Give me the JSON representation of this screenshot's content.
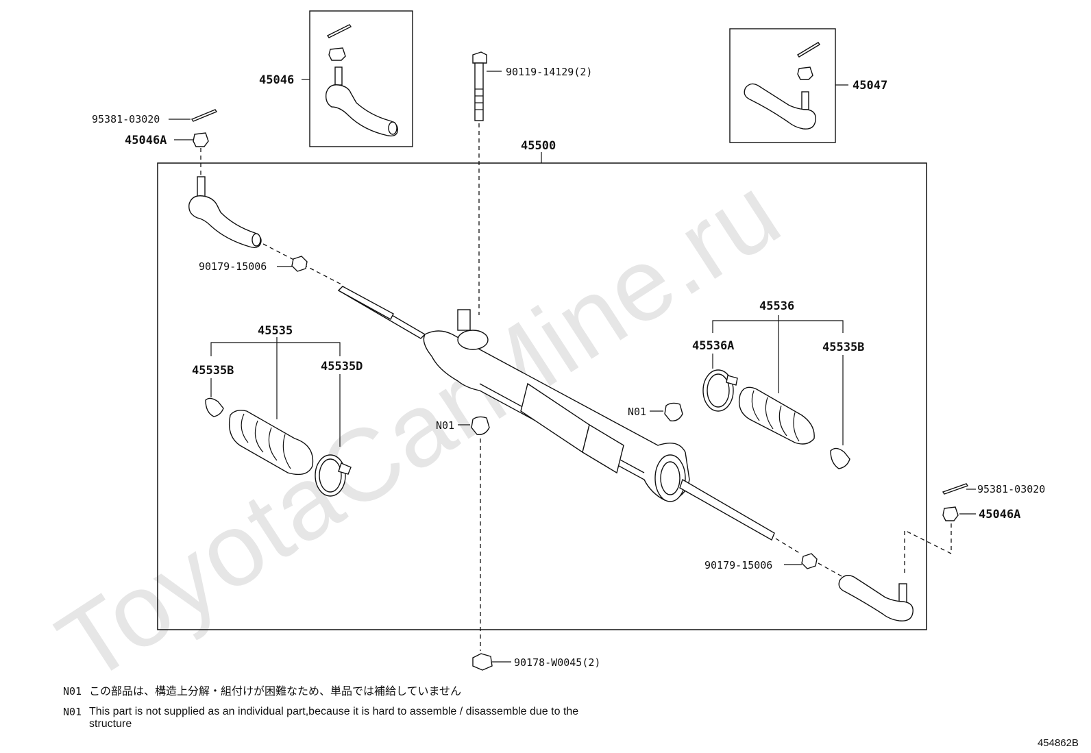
{
  "watermark": "ToyotaCarMine.ru",
  "labels": {
    "tie_rod_end_lh_box": "45046",
    "tie_rod_end_rh_box": "45047",
    "bolt": "90119-14129(2)",
    "cotter_pin_left": "95381-03020",
    "castle_nut_left": "45046A",
    "assembly": "45500",
    "nut_left": "90179-15006",
    "boot_set_left": "45535",
    "clip_left": "45535B",
    "band_left": "45535D",
    "boot_set_right": "45536",
    "band_right": "45536A",
    "clip_right": "45535B",
    "n01_bushing_right": "N01",
    "n01_bushing_left": "N01",
    "cotter_pin_right": "95381-03020",
    "castle_nut_right": "45046A",
    "nut_right": "90179-15006",
    "flange_nut": "90178-W0045(2)"
  },
  "notes": [
    {
      "code": "N01",
      "text": "この部品は、構造上分解・組付けが困難なため、単品では補給していません"
    },
    {
      "code": "N01",
      "text": "This part is not supplied as an individual part,because it is hard to assemble / disassemble due to the structure"
    }
  ],
  "diagram_id": "454862B"
}
